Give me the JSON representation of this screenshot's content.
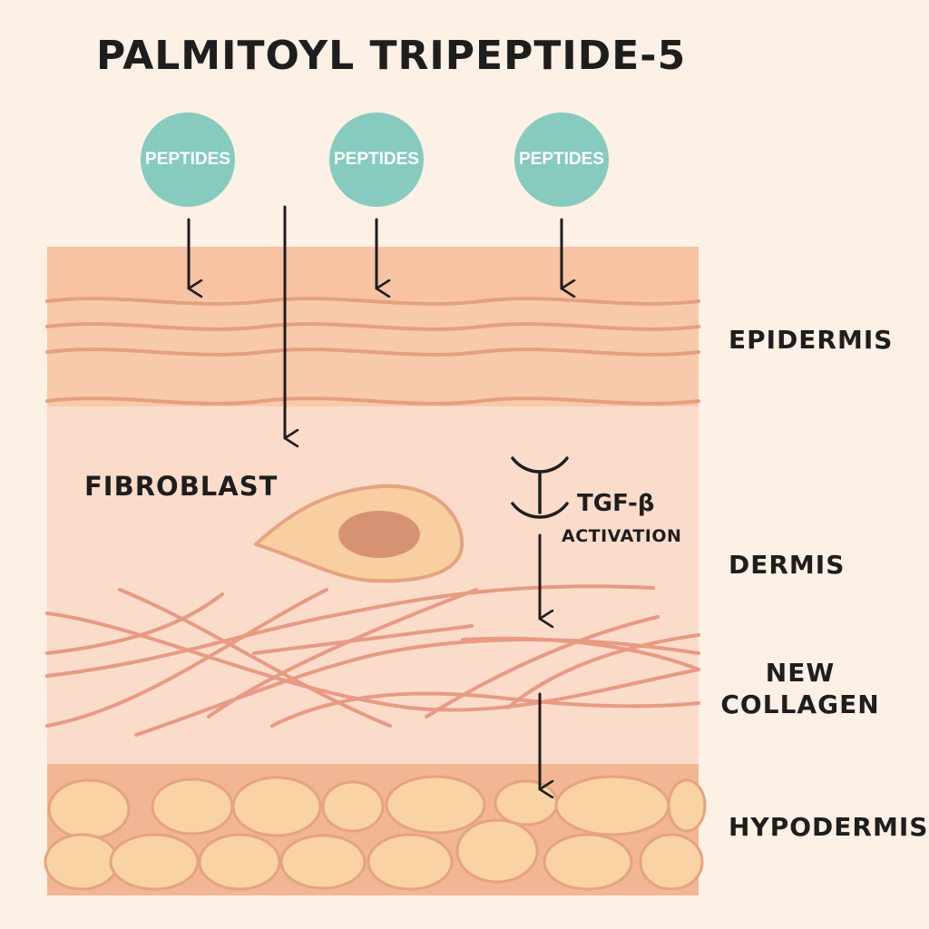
{
  "title": "PALMITOYL TRIPEPTIDE-5",
  "peptide_bubbles": [
    "PEPTIDES",
    "PEPTIDES",
    "PEPTIDES"
  ],
  "layers": {
    "epidermis": "EPIDERMIS",
    "dermis": "DERMIS",
    "new_collagen_line1": "NEW",
    "new_collagen_line2": "COLLAGEN",
    "hypodermis": "HYPODERMIS"
  },
  "fibroblast_label": "FIBROBLAST",
  "tgf": {
    "label": "TGF-β",
    "sublabel": "ACTIVATION"
  },
  "colors": {
    "background": "#fdf0e4",
    "epidermis": "#f8c9aa",
    "dermis": "#fbdccb",
    "hypodermis": "#f2b694",
    "fat_cell": "#f9d3a4",
    "collagen": "#e89a82",
    "peptide": "#86cbbe",
    "fibroblast": "#f9cfa2",
    "nucleus": "#d69373"
  }
}
